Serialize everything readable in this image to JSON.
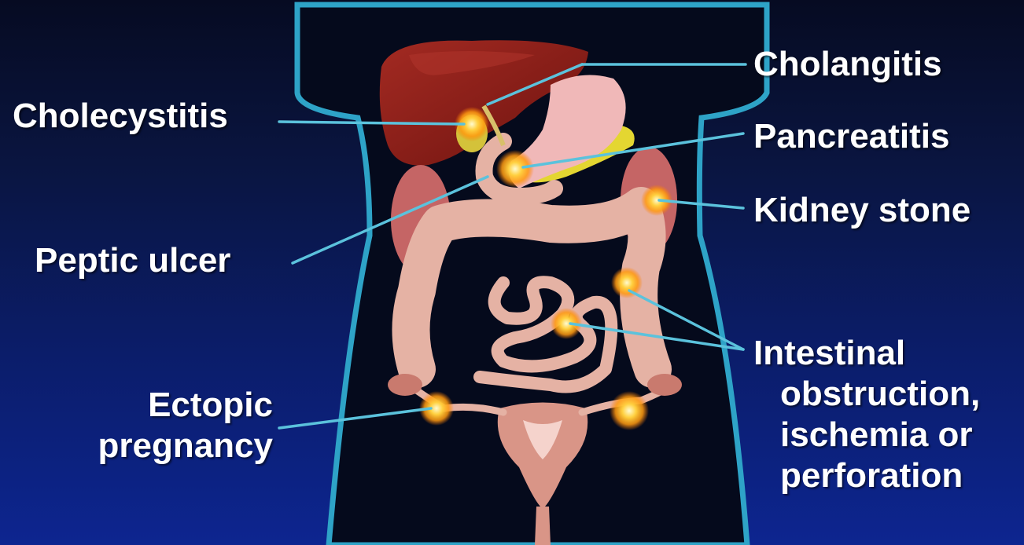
{
  "colors": {
    "outline": "#2ea3c7",
    "leader": "#5bc2dc",
    "body_fill": "#050a1c",
    "liver": "#8f1b16",
    "stomach": "#f0b8b8",
    "pancreas": "#e4d631",
    "intestine": "#e5b2a4",
    "kidney": "#c56565",
    "uterus": "#d99587",
    "hotspot": "#ffb020"
  },
  "labels": {
    "cholecystitis": "Cholecystitis",
    "peptic_ulcer": "Peptic ulcer",
    "ectopic": [
      "Ectopic",
      "pregnancy"
    ],
    "cholangitis": "Cholangitis",
    "pancreatitis": "Pancreatitis",
    "kidney_stone": "Kidney stone",
    "intestinal": [
      "Intestinal",
      "obstruction,",
      "ischemia or",
      "perforation"
    ]
  }
}
